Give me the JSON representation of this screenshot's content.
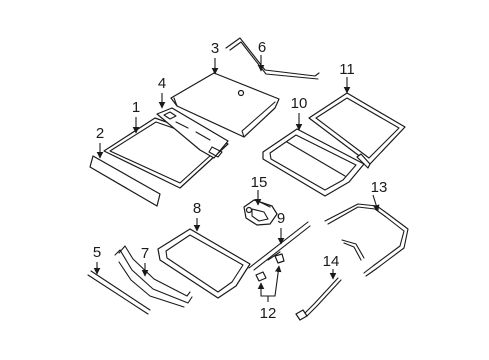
{
  "callouts": [
    {
      "id": "1",
      "text": "1"
    },
    {
      "id": "2",
      "text": "2"
    },
    {
      "id": "3",
      "text": "3"
    },
    {
      "id": "4",
      "text": "4"
    },
    {
      "id": "5",
      "text": "5"
    },
    {
      "id": "6",
      "text": "6"
    },
    {
      "id": "7",
      "text": "7"
    },
    {
      "id": "8",
      "text": "8"
    },
    {
      "id": "9",
      "text": "9"
    },
    {
      "id": "10",
      "text": "10"
    },
    {
      "id": "11",
      "text": "11"
    },
    {
      "id": "12",
      "text": "12"
    },
    {
      "id": "13",
      "text": "13"
    },
    {
      "id": "14",
      "text": "14"
    },
    {
      "id": "15",
      "text": "15"
    }
  ],
  "colors": {
    "line": "#1a1a1a",
    "background": "#ffffff"
  }
}
